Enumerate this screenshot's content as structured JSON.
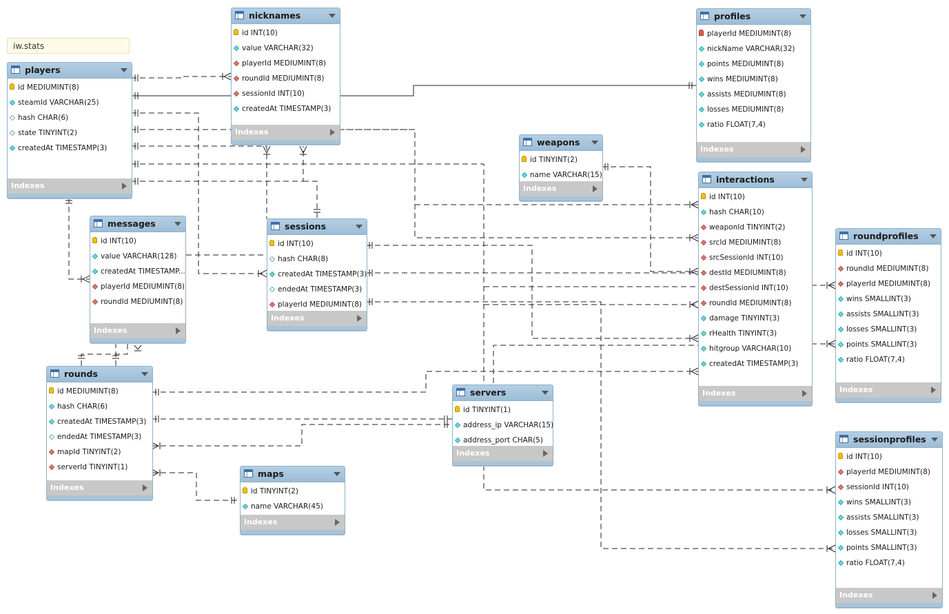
{
  "schema_label": "iw.stats",
  "indexes_label": "Indexes",
  "tables": {
    "players": {
      "name": "players",
      "columns": [
        "id MEDIUMINT(8)",
        "steamId VARCHAR(25)",
        "hash CHAR(6)",
        "state TINYINT(2)",
        "createdAt TIMESTAMP(3)"
      ],
      "markers": [
        "pk",
        "nn",
        "col",
        "col",
        "nn"
      ]
    },
    "nicknames": {
      "name": "nicknames",
      "columns": [
        "id INT(10)",
        "value VARCHAR(32)",
        "playerId MEDIUMINT(8)",
        "roundId MEDIUMINT(8)",
        "sessionId INT(10)",
        "createdAt TIMESTAMP(3)"
      ],
      "markers": [
        "pk",
        "nn",
        "fk",
        "fk",
        "fk",
        "nn"
      ]
    },
    "profiles": {
      "name": "profiles",
      "columns": [
        "playerId MEDIUMINT(8)",
        "nickName VARCHAR(32)",
        "points MEDIUMINT(8)",
        "wins MEDIUMINT(8)",
        "assists MEDIUMINT(8)",
        "losses MEDIUMINT(8)",
        "ratio FLOAT(7,4)"
      ],
      "markers": [
        "pkred",
        "nn",
        "nn",
        "nn",
        "nn",
        "nn",
        "nn"
      ]
    },
    "weapons": {
      "name": "weapons",
      "columns": [
        "id TINYINT(2)",
        "name VARCHAR(15)"
      ],
      "markers": [
        "pk",
        "nn"
      ]
    },
    "interactions": {
      "name": "interactions",
      "columns": [
        "id INT(10)",
        "hash CHAR(10)",
        "weaponId TINYINT(2)",
        "srcId MEDIUMINT(8)",
        "srcSessionId INT(10)",
        "destId MEDIUMINT(8)",
        "destSessionId INT(10)",
        "roundId MEDIUMINT(8)",
        "damage TINYINT(3)",
        "rHealth TINYINT(3)",
        "hitgroup VARCHAR(10)",
        "createdAt TIMESTAMP(3)"
      ],
      "markers": [
        "pk",
        "nn",
        "fk",
        "fk",
        "fk",
        "fk",
        "fk",
        "fk",
        "nn",
        "nn",
        "nn",
        "nn"
      ]
    },
    "messages": {
      "name": "messages",
      "columns": [
        "id INT(10)",
        "value VARCHAR(128)",
        "createdAt TIMESTAMP...",
        "playerId MEDIUMINT(8)",
        "roundId MEDIUMINT(8)"
      ],
      "markers": [
        "pk",
        "nn",
        "nn",
        "fk",
        "fk"
      ]
    },
    "sessions": {
      "name": "sessions",
      "columns": [
        "id INT(10)",
        "hash CHAR(8)",
        "createdAt TIMESTAMP(3)",
        "endedAt TIMESTAMP(3)",
        "playerId MEDIUMINT(8)"
      ],
      "markers": [
        "pk",
        "col",
        "nn",
        "col",
        "fk"
      ]
    },
    "roundprofiles": {
      "name": "roundprofiles",
      "columns": [
        "id INT(10)",
        "roundId MEDIUMINT(8)",
        "playerId MEDIUMINT(8)",
        "wins SMALLINT(3)",
        "assists SMALLINT(3)",
        "losses SMALLINT(3)",
        "points SMALLINT(3)",
        "ratio FLOAT(7,4)"
      ],
      "markers": [
        "pk",
        "fk",
        "fk",
        "nn",
        "nn",
        "nn",
        "nn",
        "nn"
      ]
    },
    "rounds": {
      "name": "rounds",
      "columns": [
        "id MEDIUMINT(8)",
        "hash CHAR(6)",
        "createdAt TIMESTAMP(3)",
        "endedAt TIMESTAMP(3)",
        "mapId TINYINT(2)",
        "serverId TINYINT(1)"
      ],
      "markers": [
        "pk",
        "nn",
        "nn",
        "col",
        "fk",
        "fk"
      ]
    },
    "servers": {
      "name": "servers",
      "columns": [
        "id TINYINT(1)",
        "address_ip VARCHAR(15)",
        "address_port CHAR(5)"
      ],
      "markers": [
        "pk",
        "nn",
        "nn"
      ]
    },
    "maps": {
      "name": "maps",
      "columns": [
        "id TINYINT(2)",
        "name VARCHAR(45)"
      ],
      "markers": [
        "pk",
        "nn"
      ]
    },
    "sessionprofiles": {
      "name": "sessionprofiles",
      "columns": [
        "id INT(10)",
        "playerId MEDIUMINT(8)",
        "sessionId INT(10)",
        "wins SMALLINT(3)",
        "assists SMALLINT(3)",
        "losses SMALLINT(3)",
        "points SMALLINT(3)",
        "ratio FLOAT(7,4)"
      ],
      "markers": [
        "pk",
        "fk",
        "fk",
        "nn",
        "nn",
        "nn",
        "nn",
        "nn"
      ]
    }
  },
  "relationships": [
    {
      "from": "players",
      "to": "nicknames",
      "style": "dashed"
    },
    {
      "from": "players",
      "to": "profiles",
      "style": "solid"
    },
    {
      "from": "players",
      "to": "messages",
      "style": "dashed"
    },
    {
      "from": "players",
      "to": "sessions",
      "style": "dashed"
    },
    {
      "from": "players",
      "to": "interactions",
      "style": "dashed"
    },
    {
      "from": "players",
      "to": "roundprofiles",
      "style": "dashed"
    },
    {
      "from": "players",
      "to": "sessionprofiles",
      "style": "dashed"
    },
    {
      "from": "sessions",
      "to": "nicknames",
      "style": "dashed"
    },
    {
      "from": "sessions",
      "to": "interactions",
      "style": "dashed"
    },
    {
      "from": "sessions",
      "to": "sessionprofiles",
      "style": "dashed"
    },
    {
      "from": "rounds",
      "to": "nicknames",
      "style": "dashed"
    },
    {
      "from": "rounds",
      "to": "messages",
      "style": "dashed"
    },
    {
      "from": "rounds",
      "to": "interactions",
      "style": "dashed"
    },
    {
      "from": "rounds",
      "to": "roundprofiles",
      "style": "dashed"
    },
    {
      "from": "weapons",
      "to": "interactions",
      "style": "dashed"
    },
    {
      "from": "servers",
      "to": "rounds",
      "style": "dashed"
    },
    {
      "from": "maps",
      "to": "rounds",
      "style": "dashed"
    }
  ]
}
